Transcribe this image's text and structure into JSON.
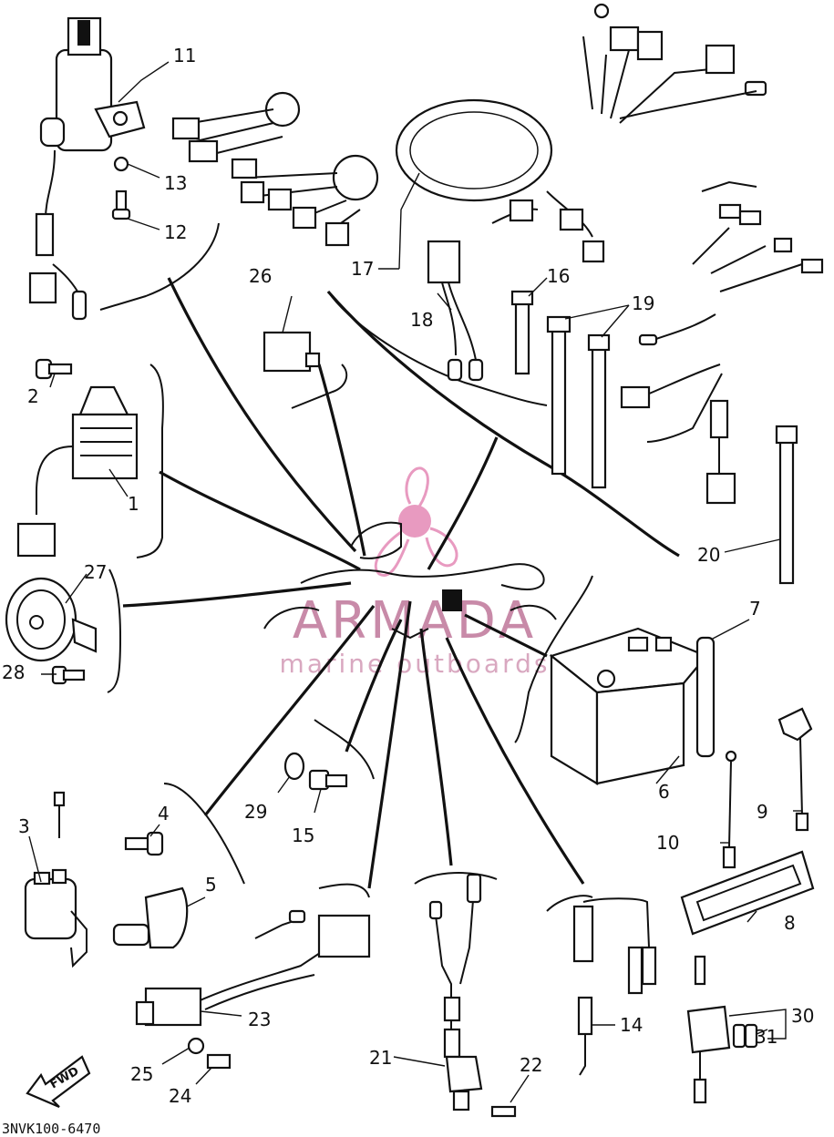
{
  "diagram": {
    "drawing_code": "3NVK100-6470",
    "forward_marker": "FWD",
    "callouts": {
      "p1": "1",
      "p2": "2",
      "p3": "3",
      "p4": "4",
      "p5": "5",
      "p6": "6",
      "p7": "7",
      "p8": "8",
      "p9": "9",
      "p10": "10",
      "p11": "11",
      "p12": "12",
      "p13": "13",
      "p14": "14",
      "p15": "15",
      "p16": "16",
      "p17": "17",
      "p18": "18",
      "p19": "19",
      "p20": "20",
      "p21": "21",
      "p22": "22",
      "p23": "23",
      "p24": "24",
      "p25": "25",
      "p26": "26",
      "p27": "27",
      "p28": "28",
      "p29": "29",
      "p30": "30",
      "p31": "31"
    }
  },
  "watermark": {
    "brand": "ARMADA",
    "tagline": "marine outboards",
    "color": "#e89ac0"
  }
}
